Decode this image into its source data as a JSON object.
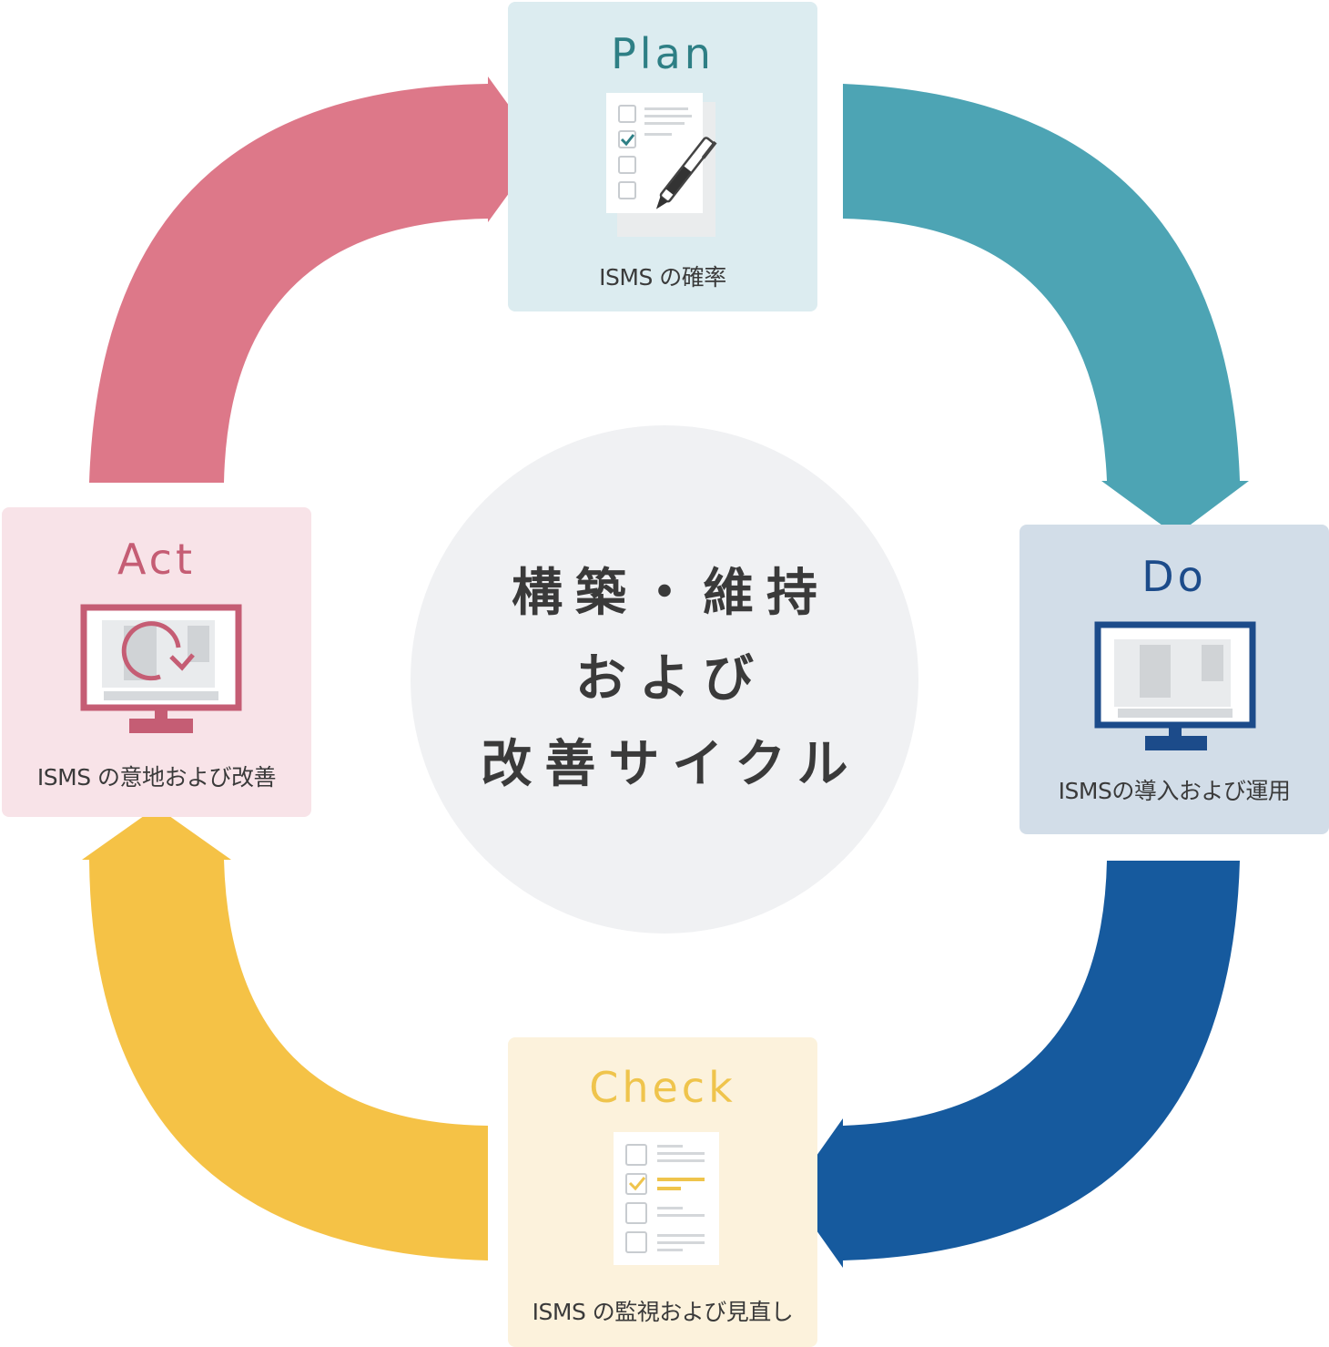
{
  "center": {
    "lines": [
      "構築・維持",
      "および",
      "改善サイクル"
    ]
  },
  "steps": {
    "plan": {
      "label": "Plan",
      "description": "ISMS の確率"
    },
    "do": {
      "label": "Do",
      "description": "ISMSの導入および運用"
    },
    "check": {
      "label": "Check",
      "description": "ISMS の監視および見直し"
    },
    "act": {
      "label": "Act",
      "description": "ISMS の意地および改善"
    }
  },
  "colors": {
    "plan_arrow": "#4da4b4",
    "do_arrow": "#165a9e",
    "check_arrow": "#f5c246",
    "act_arrow": "#dd7889",
    "plan_bg": "#dcecf0",
    "do_bg": "#d2dde8",
    "check_bg": "#fcf2dc",
    "act_bg": "#f8e3e8",
    "center_bg": "#f0f1f3"
  },
  "icons": {
    "plan": "checklist-with-pen-icon",
    "do": "monitor-icon",
    "check": "checklist-icon",
    "act": "monitor-refresh-icon"
  }
}
